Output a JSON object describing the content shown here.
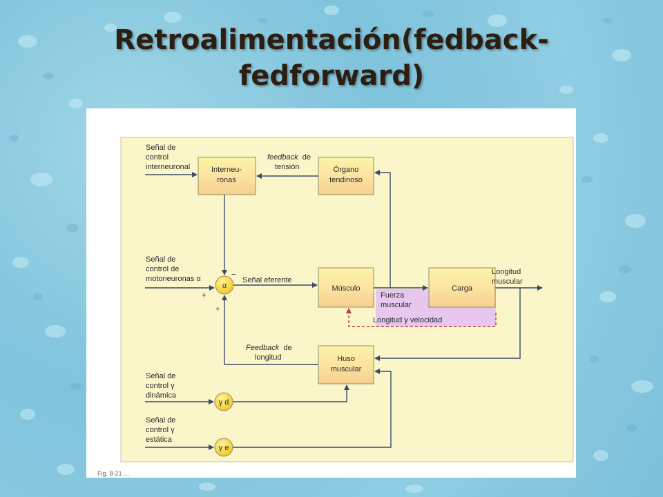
{
  "slide": {
    "title_line1": "Retroalimentación(fedback-",
    "title_line2": "fedforward)"
  },
  "diagram": {
    "inputs": {
      "interneuronal": [
        "Señal de",
        "control",
        "interneuronal"
      ],
      "alpha": [
        "Señal de",
        "control de",
        "motoneuronas α"
      ],
      "gamma_dynamic": [
        "Señal de",
        "control γ",
        "dinámica"
      ],
      "gamma_static": [
        "Señal de",
        "control γ",
        "estática"
      ]
    },
    "boxes": {
      "interneuronas": [
        "Interneu-",
        "ronas"
      ],
      "organo": [
        "Órgano",
        "tendinoso"
      ],
      "musculo": "Músculo",
      "carga": "Carga",
      "huso": [
        "Huso",
        "muscular"
      ]
    },
    "nodes": {
      "alpha": "α",
      "gamma_d": "γ d",
      "gamma_e": "γ e"
    },
    "labels": {
      "feedback_tension": [
        "feedback",
        "de",
        "tensión"
      ],
      "senal_eferente": "Señal eferente",
      "fuerza_muscular": [
        "Fuerza",
        "muscular"
      ],
      "longitud_muscular": [
        "Longitud",
        "muscular"
      ],
      "longitud_velocidad": "Longitud y velocidad",
      "feedback_longitud": [
        "Feedback",
        "de",
        "longitud"
      ],
      "minus": "−",
      "plus": "+"
    },
    "caption": "Fig. 8-21 ..."
  },
  "colors": {
    "panel": "#fbf6c9",
    "box": "#fdf3a6",
    "box_shade": "#f6cf8e",
    "node": "#fdd835",
    "purple": "#e7c7ef",
    "line": "#3b4a6b",
    "dash": "#c0392b"
  }
}
